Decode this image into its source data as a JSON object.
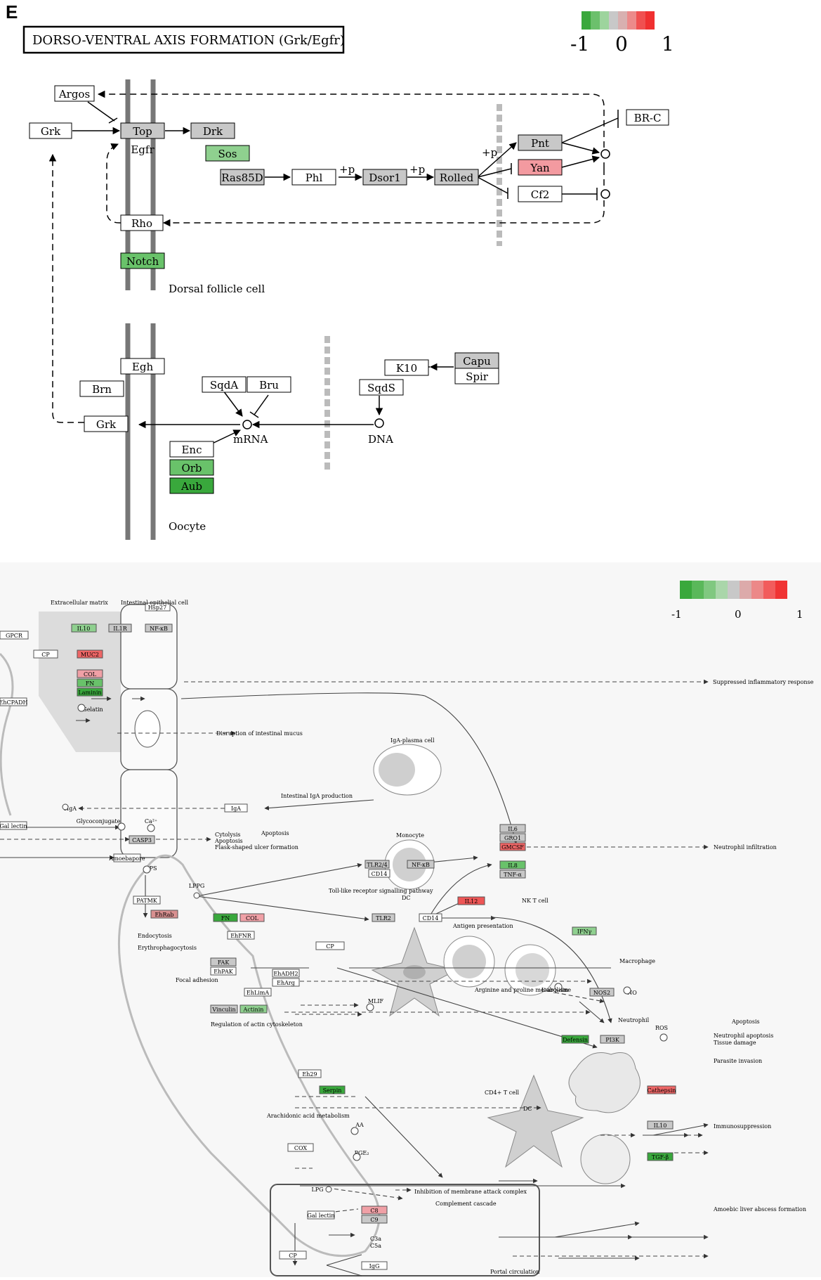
{
  "panel_e": {
    "label": "E",
    "title": "DORSO-VENTRAL  AXIS FORMATION (Grk/Egfr)",
    "legend": {
      "min": "-1",
      "mid": "0",
      "max": "1"
    },
    "nodes": {
      "argos": "Argos",
      "grk_top": "Grk",
      "top": "Top",
      "egfr": "Egfr",
      "drk": "Drk",
      "sos": "Sos",
      "ras85d": "Ras85D",
      "phl": "Phl",
      "dsor1": "Dsor1",
      "rolled": "Rolled",
      "pnt": "Pnt",
      "yan": "Yan",
      "cf2": "Cf2",
      "brc": "BR-C",
      "rho": "Rho",
      "notch": "Notch",
      "egh": "Egh",
      "brn": "Brn",
      "grk_bottom": "Grk",
      "sqda": "SqdA",
      "bru": "Bru",
      "enc": "Enc",
      "orb": "Orb",
      "aub": "Aub",
      "k10": "K10",
      "capu": "Capu",
      "spir": "Spir",
      "sqds": "SqdS"
    },
    "labels": {
      "dorsal": "Dorsal follicle cell",
      "oocyte": "Oocyte",
      "mrna": "mRNA",
      "dna": "DNA",
      "p1": "+p",
      "p2": "+p",
      "p3": "+p"
    },
    "colors": {
      "green": "#69c26a",
      "dark_green": "#39a83c",
      "light_green": "#8fd08f",
      "gray": "#c8c8c8",
      "red": "#f39aa0",
      "legend": [
        "#3aa83c",
        "#5cbb5c",
        "#86cc86",
        "#b0dcb0",
        "#c8c8c8",
        "#dcb0b0",
        "#ee9090",
        "#f57070",
        "#f04040"
      ]
    }
  },
  "panel_f": {
    "legend": {
      "min": "-1",
      "mid": "0",
      "max": "1"
    },
    "regions": {
      "ecm": "Extracellular matrix",
      "iec": "Intestinal epithelial cell",
      "iga_plasma": "IgA-plasma cell",
      "monocyte": "Monocyte",
      "dc": "DC",
      "dc2": "DC",
      "nkt": "NK T cell",
      "macrophage": "Macrophage",
      "neutrophil": "Neutrophil",
      "cd4": "CD4+ T cell",
      "portal": "Portal circulation"
    },
    "nodes": {
      "gpcr": "GPCR",
      "il10_top": "IL10",
      "il1r": "IL1R",
      "hsp27": "Hsp27",
      "nfkb1": "NF-κB",
      "cp_top": "CP",
      "muc2": "MUC2",
      "col": "COL",
      "fn": "FN",
      "laminin": "Laminin",
      "ehcpadh": "EhCPADH",
      "gelatin": "Gelatin",
      "galnac": "Gal lectin",
      "siga": "sIgA",
      "iga": "IgA",
      "glyco": "Glycoconjugate",
      "ca": "Ca²⁺",
      "casp3": "CASP3",
      "amoebapore": "Amoebapore",
      "ps": "PS",
      "patmk": "PATMK",
      "ehrab": "EhRab",
      "lppg": "LPPG",
      "tlr24": "TLR2/4",
      "nfkb2": "NF-κB",
      "cd14a": "CD14",
      "tlr2": "TLR2",
      "cd14b": "CD14",
      "il12": "IL12",
      "il6": "IL6",
      "gro1": "GRO1",
      "gmcsf": "GMCSF",
      "il8": "IL8",
      "tnfa": "TNF-α",
      "ifng": "IFNγ",
      "fn2": "FN",
      "col2": "COL",
      "ehfnr": "EhFNR",
      "fak": "FAK",
      "ehpak": "EhPAK",
      "ehadh2": "EhADH2",
      "ehargs": "EhArg",
      "ehlima": "EhLimA",
      "vinculin": "Vinculin",
      "actinin": "Actinin",
      "cp_mid": "CP",
      "larg": "L-arginine",
      "nos2": "NOS2",
      "no": "NO",
      "mlif": "MLIF",
      "defensin": "Defensin",
      "pi3k": "PI3K",
      "ros": "ROS",
      "eh29": "Eh29",
      "serpin": "Serpin",
      "cathepsin": "Cathepsin",
      "il10_b": "IL10",
      "tgfb": "TGF-β",
      "aa": "AA",
      "cox": "COX",
      "pge2": "PGE₂",
      "lpg": "LPG",
      "gal_lectin_b": "Gal lectin",
      "c8": "C8",
      "c9": "C9",
      "cp_bot": "CP",
      "c3a": "C3a",
      "c5a": "C5a",
      "igg": "IgG"
    },
    "labels": {
      "suppressed": "Suppressed inflammatory response",
      "disruption": "Disruption of  intestinal mucus",
      "iga_prod": "Intestinal IgA production",
      "cytolysis": "Cytolysis",
      "apoptosis_l": "Apoptosis",
      "flask": "Flask-shaped ulcer formation",
      "apoptosis_box": "Apoptosis",
      "neutrophil_inf": "Neutrophil infiltration",
      "tlr_path": "Toll-like receptor signalling pathway",
      "antigen": "Antigen presentation",
      "endocytosis": "Endocytosis",
      "erythro": "Erythrophagocytosis",
      "focal": "Focal adhesion",
      "regulation": "Regulation of actin cytoskeleton",
      "arginine": "Arginine and proline metabolism",
      "apoptosis_n": "Apoptosis",
      "neutro_apop": "Neutrophil apoptosis",
      "tissue": "Tissue damage",
      "parasite": "Parasite invasion",
      "immuno": "Immunosuppression",
      "arachidonic": "Arachidonic acid metabolism",
      "inhibition": "Inhibition of membrane attack complex",
      "complement": "Complement cascade",
      "amoebic": "Amoebic liver abscess formation"
    }
  }
}
